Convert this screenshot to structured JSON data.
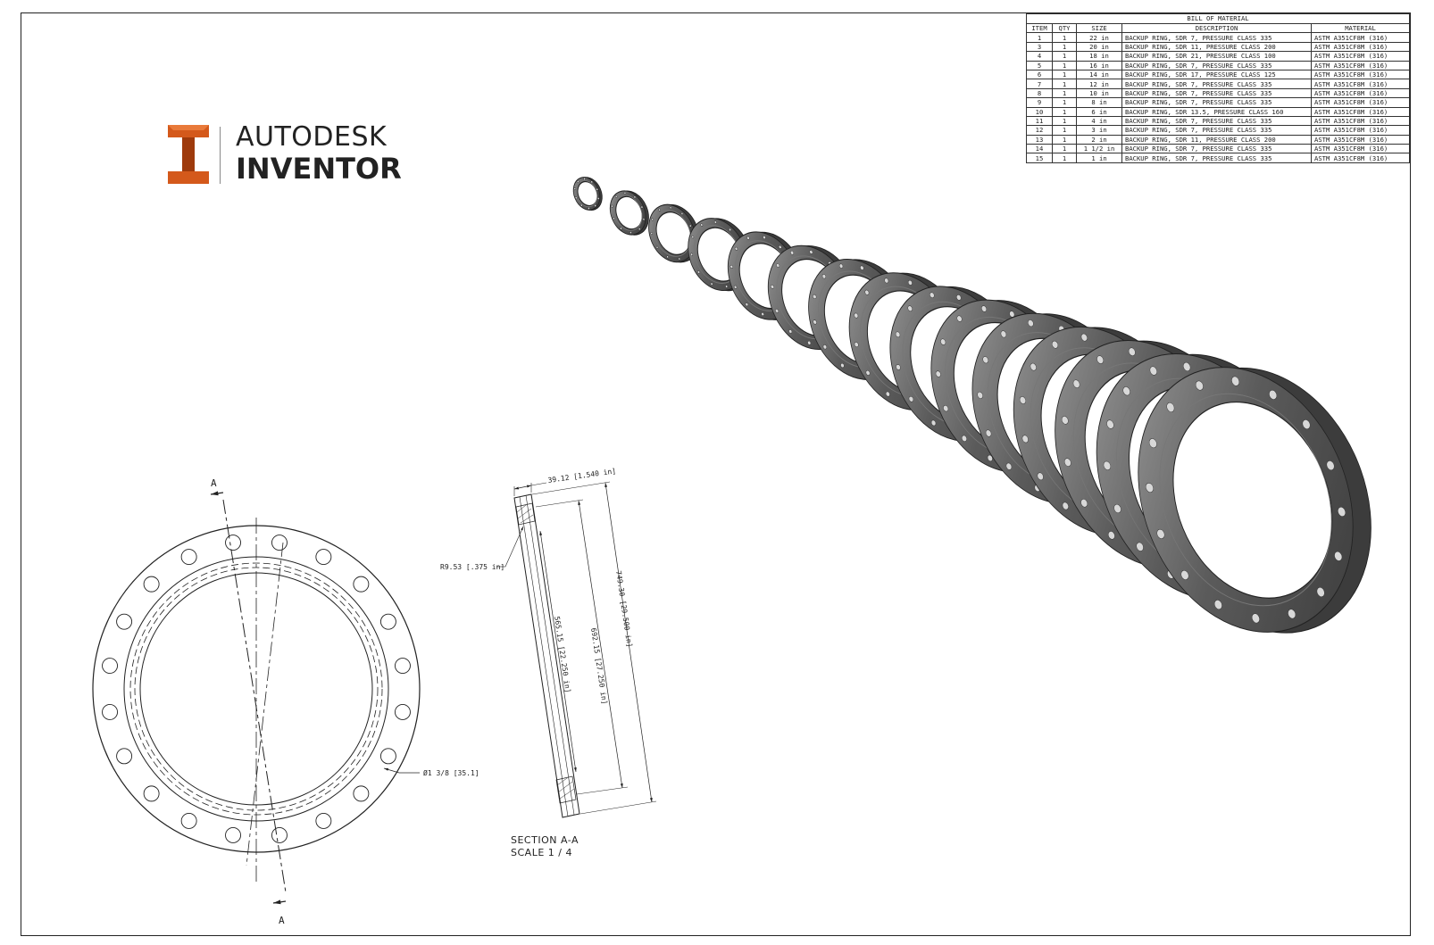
{
  "logo": {
    "line1": "AUTODESK",
    "line2": "INVENTOR",
    "brand_color": "#D4591B"
  },
  "bom": {
    "title": "BILL OF MATERIAL",
    "columns": [
      "ITEM",
      "QTY",
      "SIZE",
      "DESCRIPTION",
      "MATERIAL"
    ],
    "rows": [
      [
        "1",
        "1",
        "22 in",
        "BACKUP RING, SDR 7, PRESSURE CLASS 335",
        "ASTM A351CF8M (316)"
      ],
      [
        "3",
        "1",
        "20 in",
        "BACKUP RING, SDR 11, PRESSURE CLASS 200",
        "ASTM A351CF8M (316)"
      ],
      [
        "4",
        "1",
        "18 in",
        "BACKUP RING, SDR 21, PRESSURE CLASS 100",
        "ASTM A351CF8M (316)"
      ],
      [
        "5",
        "1",
        "16 in",
        "BACKUP RING, SDR 7, PRESSURE CLASS 335",
        "ASTM A351CF8M (316)"
      ],
      [
        "6",
        "1",
        "14 in",
        "BACKUP RING, SDR 17, PRESSURE CLASS 125",
        "ASTM A351CF8M (316)"
      ],
      [
        "7",
        "1",
        "12 in",
        "BACKUP RING, SDR 7, PRESSURE CLASS 335",
        "ASTM A351CF8M (316)"
      ],
      [
        "8",
        "1",
        "10 in",
        "BACKUP RING, SDR 7, PRESSURE CLASS 335",
        "ASTM A351CF8M (316)"
      ],
      [
        "9",
        "1",
        "8 in",
        "BACKUP RING, SDR 7, PRESSURE CLASS 335",
        "ASTM A351CF8M (316)"
      ],
      [
        "10",
        "1",
        "6 in",
        "BACKUP RING, SDR 13.5, PRESSURE CLASS 160",
        "ASTM A351CF8M (316)"
      ],
      [
        "11",
        "1",
        "4 in",
        "BACKUP RING, SDR 7, PRESSURE CLASS 335",
        "ASTM A351CF8M (316)"
      ],
      [
        "12",
        "1",
        "3 in",
        "BACKUP RING, SDR 7, PRESSURE CLASS 335",
        "ASTM A351CF8M (316)"
      ],
      [
        "13",
        "1",
        "2 in",
        "BACKUP RING, SDR 11, PRESSURE CLASS 200",
        "ASTM A351CF8M (316)"
      ],
      [
        "14",
        "1",
        "1 1/2 in",
        "BACKUP RING, SDR 7, PRESSURE CLASS 335",
        "ASTM A351CF8M (316)"
      ],
      [
        "15",
        "1",
        "1 in",
        "BACKUP RING, SDR 7, PRESSURE CLASS 335",
        "ASTM A351CF8M (316)"
      ]
    ]
  },
  "front_view": {
    "section_mark_top": "A",
    "section_mark_bottom": "A",
    "hole_callout": "Ø1 3/8 [35.1]"
  },
  "section_view": {
    "dim_width": "39.12 [1.540 in]",
    "dim_radius": "R9.53 [.375 in]",
    "dim_outer": "749.30 [29.500 in]",
    "dim_middle": "692.15 [27.250 in]",
    "dim_inner": "565.15 [22.250 in]",
    "label_line1": "SECTION A-A",
    "label_line2": "SCALE 1 / 4"
  }
}
